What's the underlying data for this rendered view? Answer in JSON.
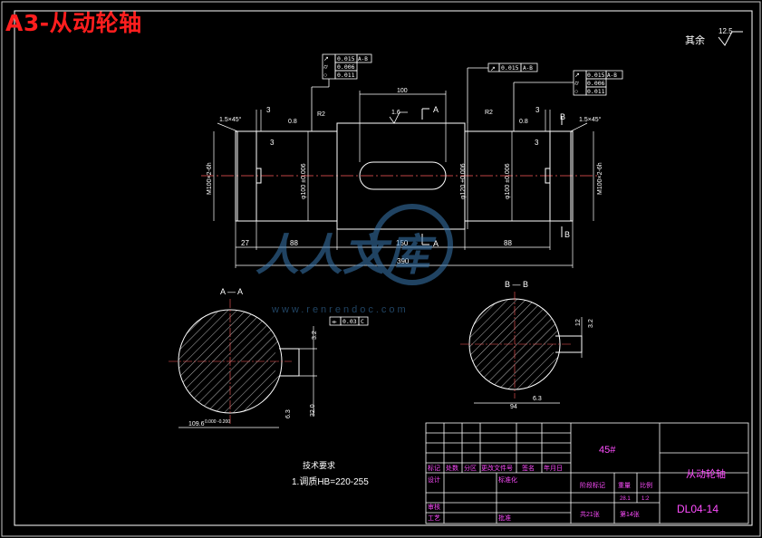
{
  "page_title": "A3-从动轮轴",
  "surface_note": {
    "label": "其余",
    "roughness": "12.5"
  },
  "tolerances": {
    "left_frame": [
      {
        "symbol": "↗",
        "value": "0.015",
        "datum": "A-B"
      },
      {
        "symbol": "⌭",
        "value": "0.006",
        "datum": ""
      },
      {
        "symbol": "○",
        "value": "0.011",
        "datum": ""
      }
    ],
    "mid_frame": {
      "symbol": "↗",
      "value": "0.015",
      "datum": "A-B"
    },
    "right_frame": [
      {
        "symbol": "↗",
        "value": "0.015",
        "datum": "A-B"
      },
      {
        "symbol": "⌭",
        "value": "0.006",
        "datum": ""
      },
      {
        "symbol": "○",
        "value": "0.011",
        "datum": ""
      }
    ],
    "section_frame": {
      "symbol": "⌯",
      "value": "0.03",
      "datum": "C"
    }
  },
  "dimensions": {
    "chamfer_left": "1.5×45°",
    "chamfer_right": "1.5×45°",
    "groove_l": "3",
    "groove_r": "3",
    "groove_l2": "3",
    "groove_r2": "3",
    "key_len": "100",
    "key_rough": "1.6",
    "rough_08_l": "0.8",
    "rough_08_r": "0.8",
    "fillet_l": "R2",
    "fillet_r": "R2",
    "thread_l": "M100×2-6h",
    "thread_r": "M100×2-6h",
    "dia_l": "φ100 ±0.006",
    "dia_c": "φ120 ±0.006",
    "dia_r": "φ100 ±0.006",
    "seg_1": "27",
    "seg_2": "88",
    "seg_3": "150",
    "seg_4": "88",
    "total": "390",
    "sec_a_dim": "109.6",
    "sec_a_tol": "0.000\n-0.200",
    "sec_a_key": "32.0",
    "sec_a_rough": "6.3",
    "sec_a_side": "3.2",
    "sec_b_dim": "94",
    "sec_b_rough": "6.3",
    "sec_b_key": "12",
    "sec_b_side": "3.2"
  },
  "section_labels": {
    "A_top": "A",
    "A_bot": "A",
    "B_top": "B",
    "B_bot": "B",
    "section_a": "A — A",
    "section_b": "B — B"
  },
  "tech_req": {
    "title": "技术要求",
    "line1": "1.调质HB=220-255"
  },
  "title_block": {
    "material": "45#",
    "part_name": "从动轮轴",
    "drawing_no": "DL04-14",
    "h_mark": "标记",
    "h_count": "处数",
    "h_zone": "分区",
    "h_change": "更改文件号",
    "h_sign": "签名",
    "h_date": "年月日",
    "h_design": "设计",
    "h_standard": "标准化",
    "h_stage": "阶段标记",
    "h_weight": "重量",
    "h_scale": "比例",
    "weight": "28.1",
    "scale": "1:2",
    "h_review": "审核",
    "h_process": "工艺",
    "h_approve": "批准",
    "sheets": "共21张",
    "sheet_no": "第14张"
  },
  "watermark": {
    "text": "人人文库",
    "url": "www.renrendoc.com"
  }
}
